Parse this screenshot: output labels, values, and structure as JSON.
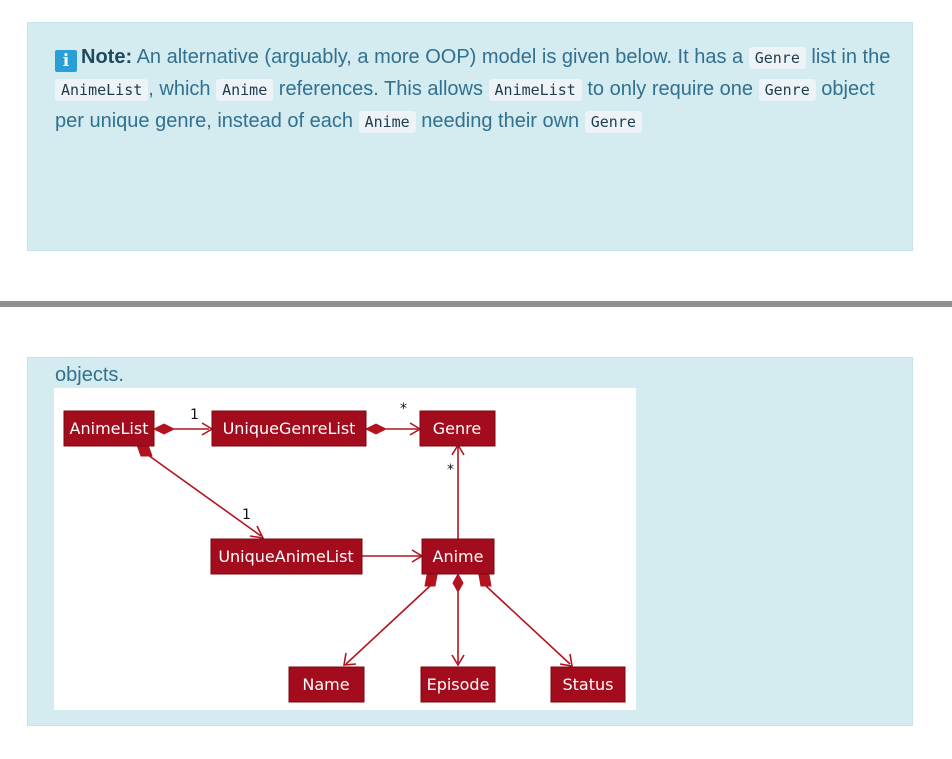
{
  "note": {
    "icon": "info-icon",
    "label": "Note:",
    "segments": [
      {
        "type": "text",
        "text": " An alternative (arguably, a more OOP) model is given below. It has a "
      },
      {
        "type": "code",
        "text": "Genre"
      },
      {
        "type": "text",
        "text": " list in the "
      },
      {
        "type": "code",
        "text": "AnimeList"
      },
      {
        "type": "text",
        "text": ", which "
      },
      {
        "type": "code",
        "text": "Anime"
      },
      {
        "type": "text",
        "text": " references. This allows "
      },
      {
        "type": "code",
        "text": "AnimeList"
      },
      {
        "type": "text",
        "text": " to only require one "
      },
      {
        "type": "code",
        "text": "Genre"
      },
      {
        "type": "text",
        "text": " object per unique genre, instead of each "
      },
      {
        "type": "code",
        "text": "Anime"
      },
      {
        "type": "text",
        "text": " needing their own "
      },
      {
        "type": "code",
        "text": "Genre"
      }
    ],
    "continuation": "objects."
  },
  "diagram": {
    "classes": {
      "animelist": "AnimeList",
      "uniquegenrelist": "UniqueGenreList",
      "genre": "Genre",
      "uniqueanimelist": "UniqueAnimeList",
      "anime": "Anime",
      "name": "Name",
      "episode": "Episode",
      "status": "Status"
    },
    "multiplicities": {
      "animelist_to_uniquegenrelist": "1",
      "uniquegenrelist_to_genre": "*",
      "anime_to_genre": "*",
      "animelist_to_uniqueanimelist": "1"
    },
    "colors": {
      "node_fill": "#a20c1c",
      "line": "#b3131f",
      "note_bg": "#d4ebf0",
      "note_text": "#31708f"
    }
  }
}
